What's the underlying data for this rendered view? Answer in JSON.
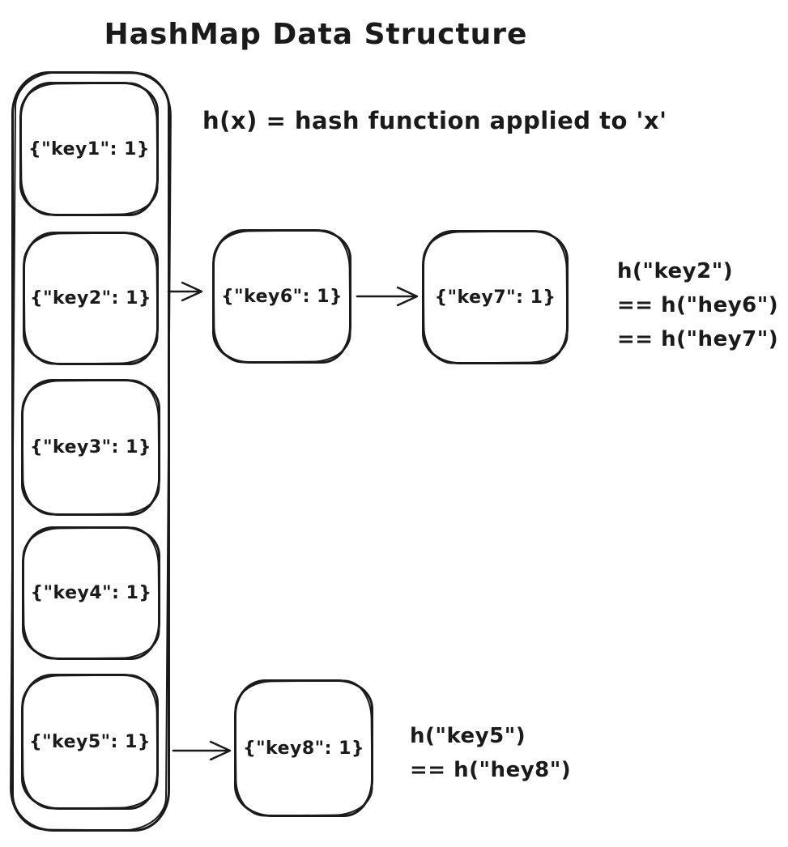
{
  "diagram": {
    "title": "HashMap Data Structure",
    "formula": "h(x) = hash function applied to 'x'",
    "colors": {
      "stroke": "#1a1a1a",
      "background": "#ffffff"
    },
    "buckets": [
      {
        "label": "{\"key1\": 1}"
      },
      {
        "label": "{\"key2\": 1}"
      },
      {
        "label": "{\"key3\": 1}"
      },
      {
        "label": "{\"key4\": 1}"
      },
      {
        "label": "{\"key5\": 1}"
      }
    ],
    "chain_nodes": [
      {
        "label": "{\"key6\": 1}"
      },
      {
        "label": "{\"key7\": 1}"
      },
      {
        "label": "{\"key8\": 1}"
      }
    ],
    "arrows": [
      {
        "from": "key2",
        "to": "key6"
      },
      {
        "from": "key6",
        "to": "key7"
      },
      {
        "from": "key5",
        "to": "key8"
      }
    ],
    "annotations": [
      {
        "lines": [
          "h(\"key2\")",
          "== h(\"hey6\")",
          "== h(\"hey7\")"
        ]
      },
      {
        "lines": [
          "h(\"key5\")",
          "== h(\"hey8\")"
        ]
      }
    ]
  }
}
